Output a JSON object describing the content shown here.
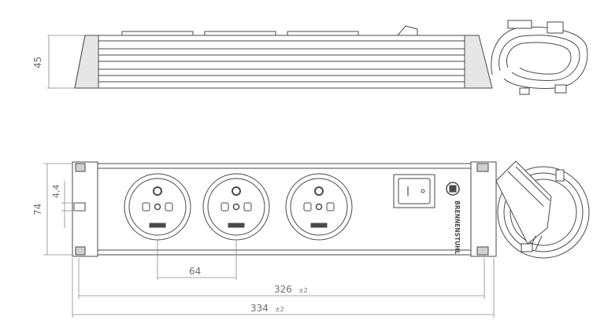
{
  "dimensions": {
    "side_height": "45",
    "front_height": "74",
    "inset": "4,4",
    "socket_pitch": "64",
    "inner_length": "326",
    "inner_length_tol": "±2",
    "outer_length": "334",
    "outer_length_tol": "±2"
  },
  "brand": {
    "name": "BRENNENSTUHL"
  },
  "colors": {
    "line": "#4a4a4a",
    "dim": "#8a8a8a",
    "fill_light": "#f2f2f2",
    "fill_dark": "#cfcfcf"
  }
}
